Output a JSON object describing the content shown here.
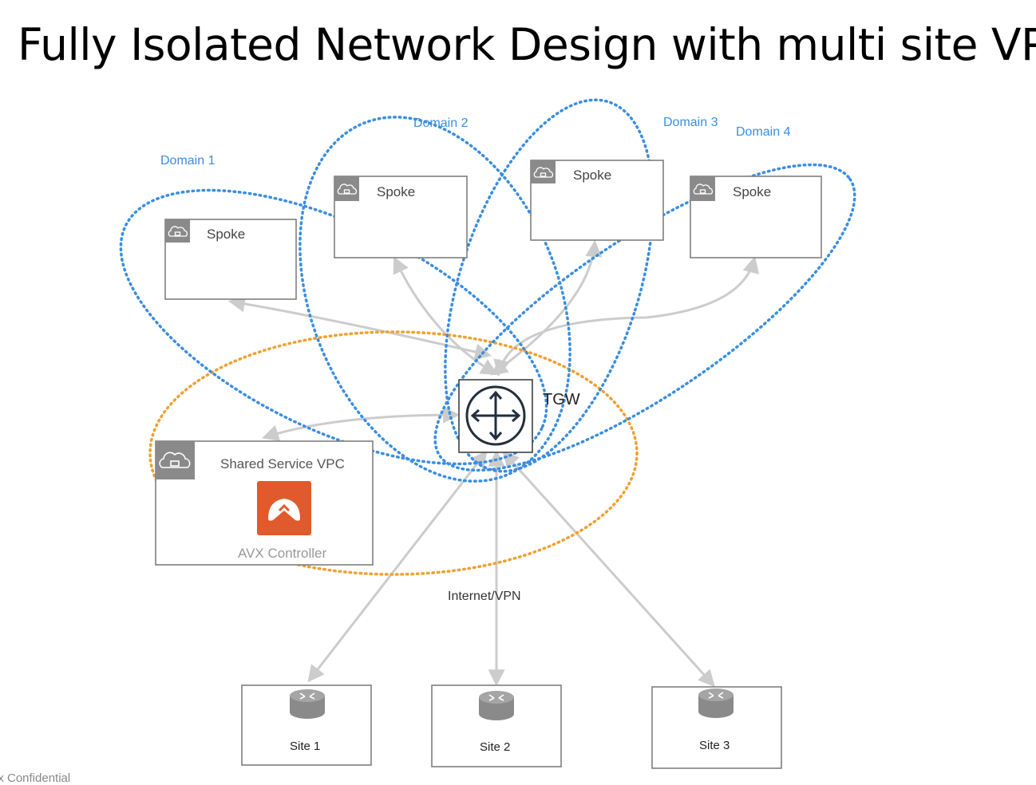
{
  "page": {
    "title": "Fully Isolated Network Design with multi site VPN",
    "footer": "ix Confidential"
  },
  "domains": [
    {
      "label": "Domain 1"
    },
    {
      "label": "Domain 2"
    },
    {
      "label": "Domain 3"
    },
    {
      "label": "Domain 4"
    }
  ],
  "spokes": [
    {
      "label": "Spoke"
    },
    {
      "label": "Spoke"
    },
    {
      "label": "Spoke"
    },
    {
      "label": "Spoke"
    }
  ],
  "tgw": {
    "label": "TGW"
  },
  "shared_vpc": {
    "label": "Shared Service VPC",
    "controller_label": "AVX Controller"
  },
  "link_label": "Internet/VPN",
  "sites": [
    {
      "label": "Site 1"
    },
    {
      "label": "Site 2"
    },
    {
      "label": "Site 3"
    }
  ],
  "colors": {
    "domain_outline": "#3a8ee0",
    "domain_label": "#3a8ee0",
    "shared_outline": "#f0a030",
    "arrow": "#cccccc",
    "box_border": "#777777",
    "icon_bg": "#8a8a8a",
    "controller": "#e05a2b"
  }
}
